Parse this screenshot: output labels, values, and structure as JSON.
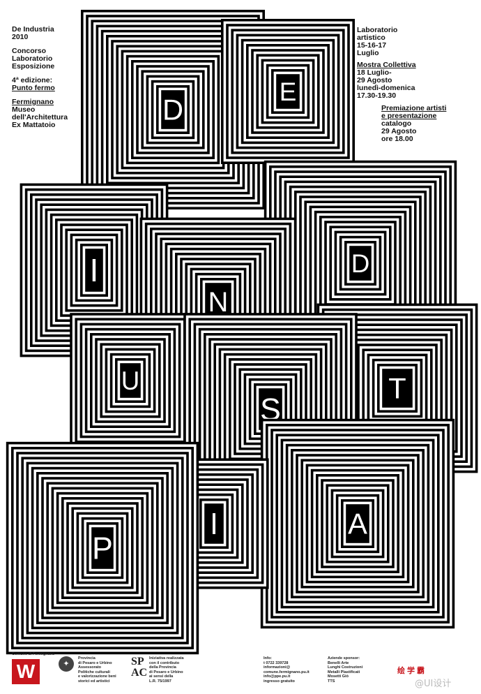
{
  "tiles": [
    "D",
    "E",
    "I",
    "N",
    "D",
    "U",
    "T",
    "S",
    "P",
    "I",
    "A"
  ],
  "left_text": {
    "l1": "De Industria",
    "l2": "2010",
    "l3": "Concorso",
    "l4": "Laboratorio",
    "l5": "Esposizione",
    "l6": "4ª edizione:",
    "l7": "Punto fermo",
    "l8": "Fermignano",
    "l9": "Museo",
    "l10": "dell'Architettura",
    "l11": "Ex Mattatoio"
  },
  "right_text": {
    "l1": "Laboratorio",
    "l2": "artistico",
    "l3": "15-16-17",
    "l4": "Luglio",
    "l5": "Mostra Collettiva",
    "l6": "18 Luglio-",
    "l7": "29 Agosto",
    "l8": "lunedì-domenica",
    "l9": "17.30-19.30",
    "l10": "Premiazione artisti",
    "l11": "e presentazione",
    "l12": "catalogo",
    "l13": "29 Agosto",
    "l14": "ore 18.00"
  },
  "footer": {
    "comune": "Comune di Fermignano",
    "provincia": [
      "Provincia",
      "di Pesaro e Urbino",
      "Assessorato",
      "Politiche culturali",
      "e valorizzazione beni",
      "storici ed artistici"
    ],
    "iniziativa": [
      "Iniziativa realizzata",
      "con il contributo",
      "della Provincia",
      "di Pesaro e Urbino",
      "ai sensi della",
      "L.R. 75/1997"
    ],
    "info": [
      "Info:",
      "t 0722 339728",
      "informazioni@",
      "comune.fermignano.pu.it",
      "info@ppe.pu.it",
      "ingresso gratuito"
    ],
    "sponsor": [
      "Aziende sponsor:",
      "Benelli Arte",
      "Lunghi Costruzioni",
      "Metalli Plastificati",
      "Mosetti Giò",
      "TTS"
    ],
    "watermark": "绘学霸",
    "watermark2": "@UI设计"
  },
  "colors": {
    "ink": "#000000",
    "paper": "#ffffff",
    "logo": "#c8161d"
  }
}
